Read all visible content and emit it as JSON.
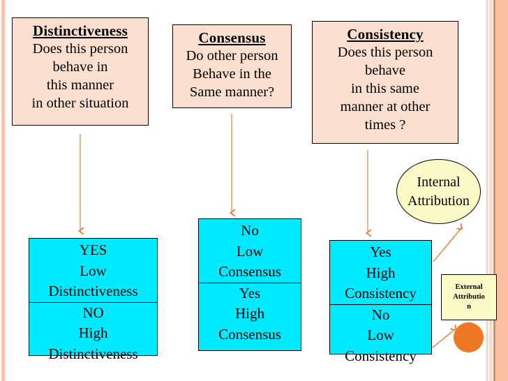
{
  "slide": {
    "background_color": "#ffffff",
    "accent_stripe_color": "#fbc3a7",
    "question_box_color": "#fbe0d0",
    "answer_box_color": "#00eaff",
    "attribution_color": "#fbfbc8",
    "dot_color": "#ee7723",
    "arrow_color": "#e08a4e"
  },
  "questions": [
    {
      "title": "Distinctiveness",
      "lines": [
        "Does this person",
        "behave in",
        "this manner",
        "in other situation"
      ]
    },
    {
      "title": "Consensus",
      "lines": [
        "Do other person",
        "Behave in the",
        "Same manner?"
      ]
    },
    {
      "title": "Consistency",
      "lines": [
        "Does this person",
        "behave",
        "in this same",
        "manner at other",
        "times ?"
      ]
    }
  ],
  "answers": [
    {
      "top": [
        "YES",
        "Low",
        "Distinctiveness"
      ],
      "bottom": [
        "NO",
        "High",
        "Distinctiveness"
      ]
    },
    {
      "top": [
        "No",
        "Low",
        "Consensus"
      ],
      "bottom": [
        "Yes",
        "High",
        "Consensus"
      ]
    },
    {
      "top": [
        "Yes",
        "High",
        "Consistency"
      ],
      "bottom": [
        "No",
        "Low",
        "Consistency"
      ]
    }
  ],
  "attributions": {
    "internal": {
      "lines": [
        "Internal",
        "Attribution"
      ]
    },
    "external": {
      "lines": [
        "External",
        "Attributio",
        "n"
      ]
    }
  }
}
